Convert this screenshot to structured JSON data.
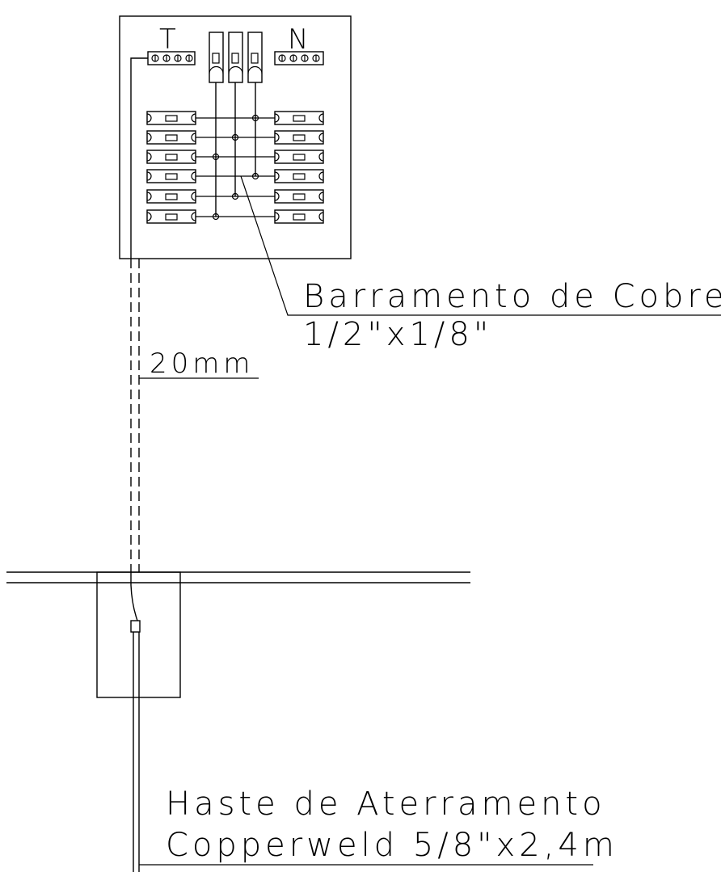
{
  "panel": {
    "ground_bar_label": "T",
    "neutral_bar_label": "N",
    "main_breakers": 3,
    "branch_breakers_per_side": 6
  },
  "labels": {
    "busbar_line1": "Barramento de Cobre",
    "busbar_line2": "1/2\"x1/8\"",
    "conduit": "20mm",
    "rod_line1": "Haste de Aterramento",
    "rod_line2": "Copperweld 5/8\"x2,4m"
  }
}
